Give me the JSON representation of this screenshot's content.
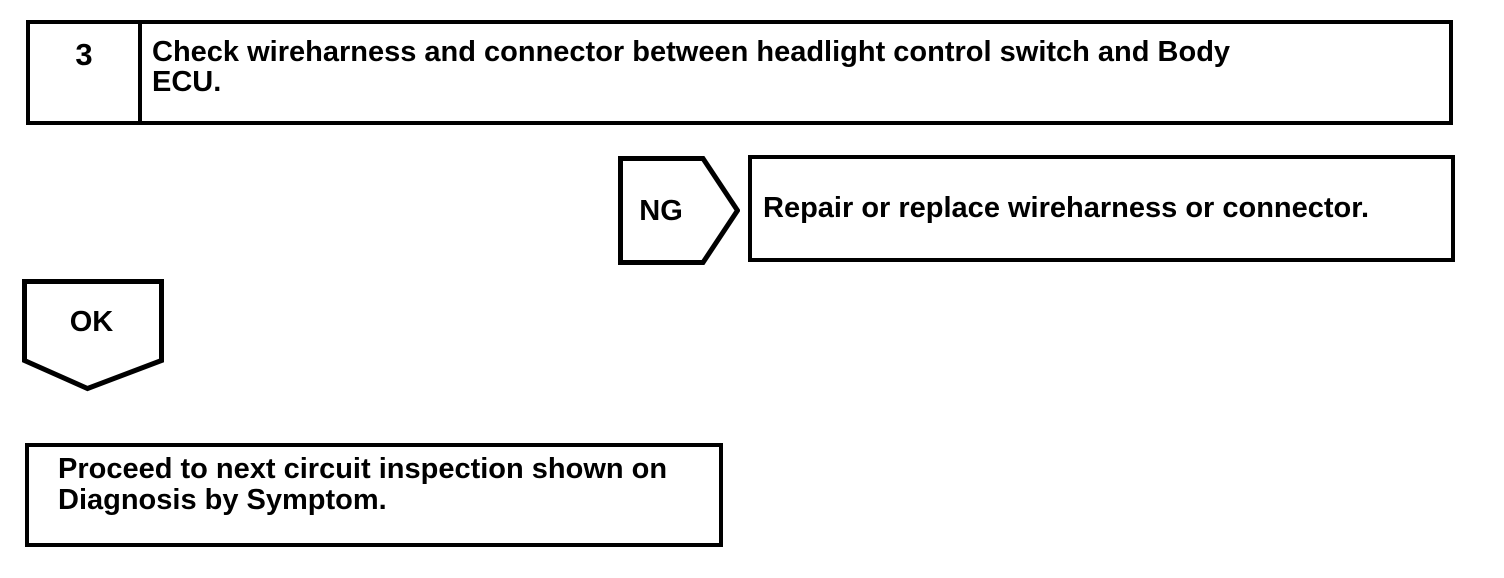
{
  "flowchart": {
    "step": {
      "number": "3",
      "instruction": "Check wireharness and connector between headlight control switch and Body ECU.",
      "instruction_lines": [
        "Check wireharness and connector between headlight control switch and Body",
        "ECU."
      ]
    },
    "ng_branch": {
      "label": "NG",
      "action": "Repair or replace wireharness or connector."
    },
    "ok_branch": {
      "label": "OK",
      "action": "Proceed to next circuit inspection shown on Diagnosis by Symptom.",
      "action_lines": [
        "Proceed to next circuit inspection shown on",
        "Diagnosis by Symptom."
      ]
    },
    "colors": {
      "line": "#000000",
      "background": "#ffffff"
    }
  }
}
